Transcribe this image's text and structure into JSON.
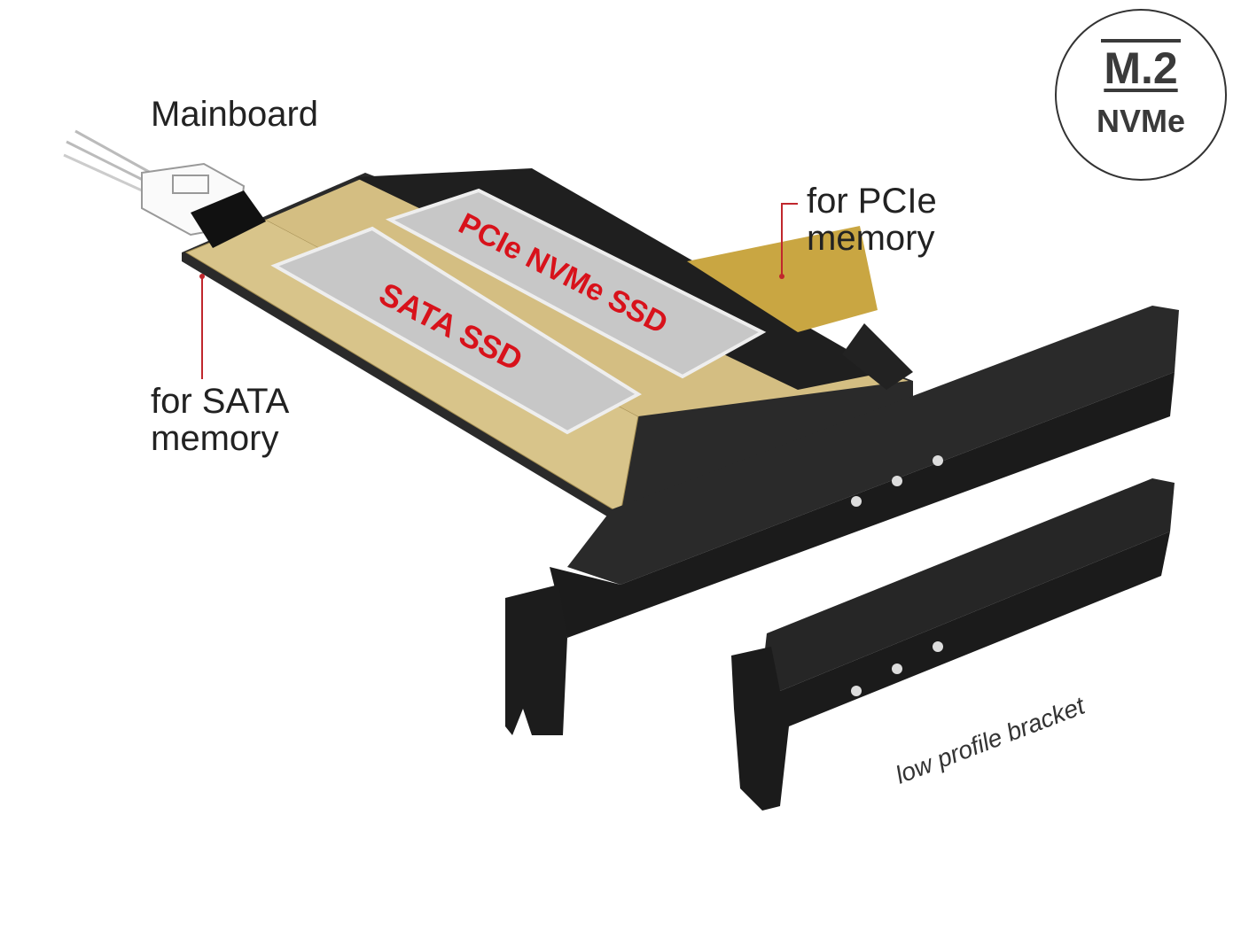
{
  "labels": {
    "mainboard": "Mainboard",
    "pcie": [
      "for PCIe",
      "memory"
    ],
    "sata": [
      "for SATA",
      "memory"
    ],
    "low_profile": "low profile bracket"
  },
  "badge": {
    "top": "M.2",
    "bottom": "NVMe"
  },
  "ssd_labels": {
    "pcie": "PCIe NVMe SSD",
    "sata": "SATA SSD"
  },
  "colors": {
    "callout_line": "#c0272d",
    "ssd_text": "#d8121b",
    "pcb": "#d9c489",
    "bracket": "#1c1c1c"
  }
}
